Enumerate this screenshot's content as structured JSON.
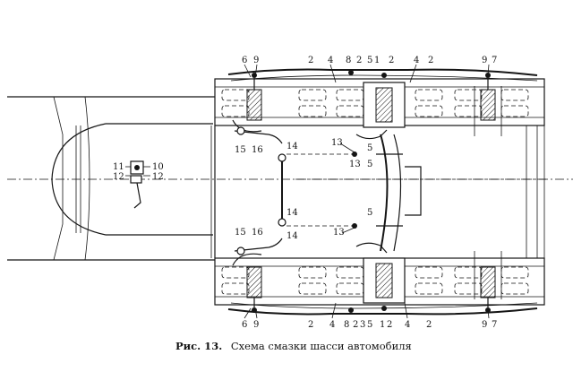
{
  "caption": {
    "fig": "Рис. 13.",
    "text": "Схема смазки шасси автомобиля"
  },
  "callouts_top": [
    "6",
    "9",
    "2",
    "4",
    "8",
    "2",
    "5",
    "1",
    "2",
    "4",
    "2",
    "9",
    "7"
  ],
  "callouts_bottom": [
    "6",
    "9",
    "2",
    "4",
    "8",
    "2",
    "3",
    "5",
    "1",
    "2",
    "4",
    "2",
    "9",
    "7"
  ],
  "callouts_middle": [
    "15",
    "16",
    "14",
    "13",
    "5",
    "13",
    "5",
    "11",
    "10",
    "12",
    "12",
    "14",
    "13",
    "5",
    "15",
    "16",
    "14"
  ]
}
